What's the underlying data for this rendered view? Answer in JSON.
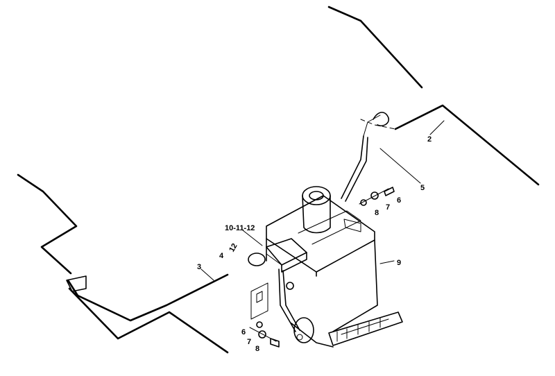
{
  "diagram": {
    "callouts": {
      "hose_right": "2",
      "hose_left": "3",
      "connector": "4",
      "fitting": "5",
      "washer_upper": "6",
      "nut_upper": "7",
      "bolt_upper": "8",
      "washer_lower": "6",
      "nut_lower": "7",
      "bolt_lower": "8",
      "tank": "9",
      "clamp_group": "10-11-12",
      "small_clip": "12"
    }
  }
}
